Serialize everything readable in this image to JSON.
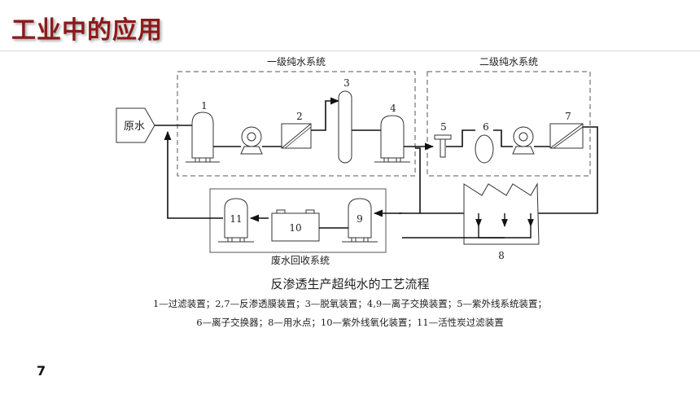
{
  "slide": {
    "title": "工业中的应用",
    "page_number": "7"
  },
  "diagram": {
    "systems": {
      "primary": "一级纯水系统",
      "secondary": "二级纯水系统",
      "recycle": "废水回收系统"
    },
    "raw_water": "原水",
    "labels": {
      "n1": "1",
      "n2": "2",
      "n3": "3",
      "n4": "4",
      "n5": "5",
      "n6": "6",
      "n7": "7",
      "n8": "8",
      "n9": "9",
      "n10": "10",
      "n11": "11"
    },
    "caption": "反渗透生产超纯水的工艺流程",
    "legend_line1": "1—过滤装置；2,7—反渗透膜装置；3—脱氧装置；4,9—离子交换装置；5—紫外线系统装置；",
    "legend_line2": "6—离子交换器；8—用水点；10—紫外线氧化装置；11—活性炭过滤装置"
  }
}
